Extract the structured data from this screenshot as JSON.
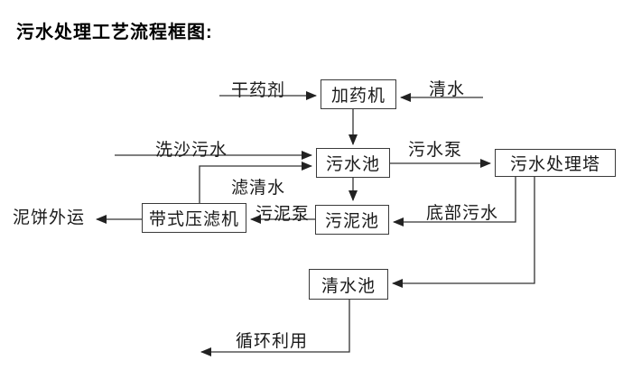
{
  "title": "污水处理工艺流程框图:",
  "nodes": {
    "dosing_machine": "加药机",
    "sewage_pool": "污水池",
    "treatment_tower": "污水处理塔",
    "sludge_pool": "污泥池",
    "belt_filter_press": "带式压滤机",
    "clear_water_pool": "清水池"
  },
  "edge_labels": {
    "dry_agent": "干药剂",
    "clear_water": "清水",
    "sand_washing_sewage": "洗沙污水",
    "filtered_water": "滤清水",
    "sewage_pump": "污水泵",
    "bottom_sewage": "底部污水",
    "sludge_pump": "污泥泵",
    "mud_cake_out": "泥饼外运",
    "recycle_use": "循环利用"
  },
  "flow": [
    {
      "from": "干药剂",
      "to": "加药机",
      "label": "干药剂"
    },
    {
      "from": "清水",
      "to": "加药机",
      "label": "清水"
    },
    {
      "from": "加药机",
      "to": "污水池",
      "label": ""
    },
    {
      "from": "洗沙污水",
      "to": "污水池",
      "label": "洗沙污水"
    },
    {
      "from": "带式压滤机",
      "to": "污水池",
      "label": "滤清水"
    },
    {
      "from": "污水池",
      "to": "污水处理塔",
      "label": "污水泵"
    },
    {
      "from": "污水池",
      "to": "污泥池",
      "label": ""
    },
    {
      "from": "污水处理塔",
      "to": "污泥池",
      "label": "底部污水"
    },
    {
      "from": "污水处理塔",
      "to": "清水池",
      "label": ""
    },
    {
      "from": "污泥池",
      "to": "带式压滤机",
      "label": "污泥泵"
    },
    {
      "from": "带式压滤机",
      "to": "泥饼外运",
      "label": "泥饼外运"
    },
    {
      "from": "清水池",
      "to": "循环利用",
      "label": "循环利用"
    }
  ],
  "colors": {
    "line": "#333333",
    "text": "#1a1a1a",
    "background": "#ffffff"
  }
}
